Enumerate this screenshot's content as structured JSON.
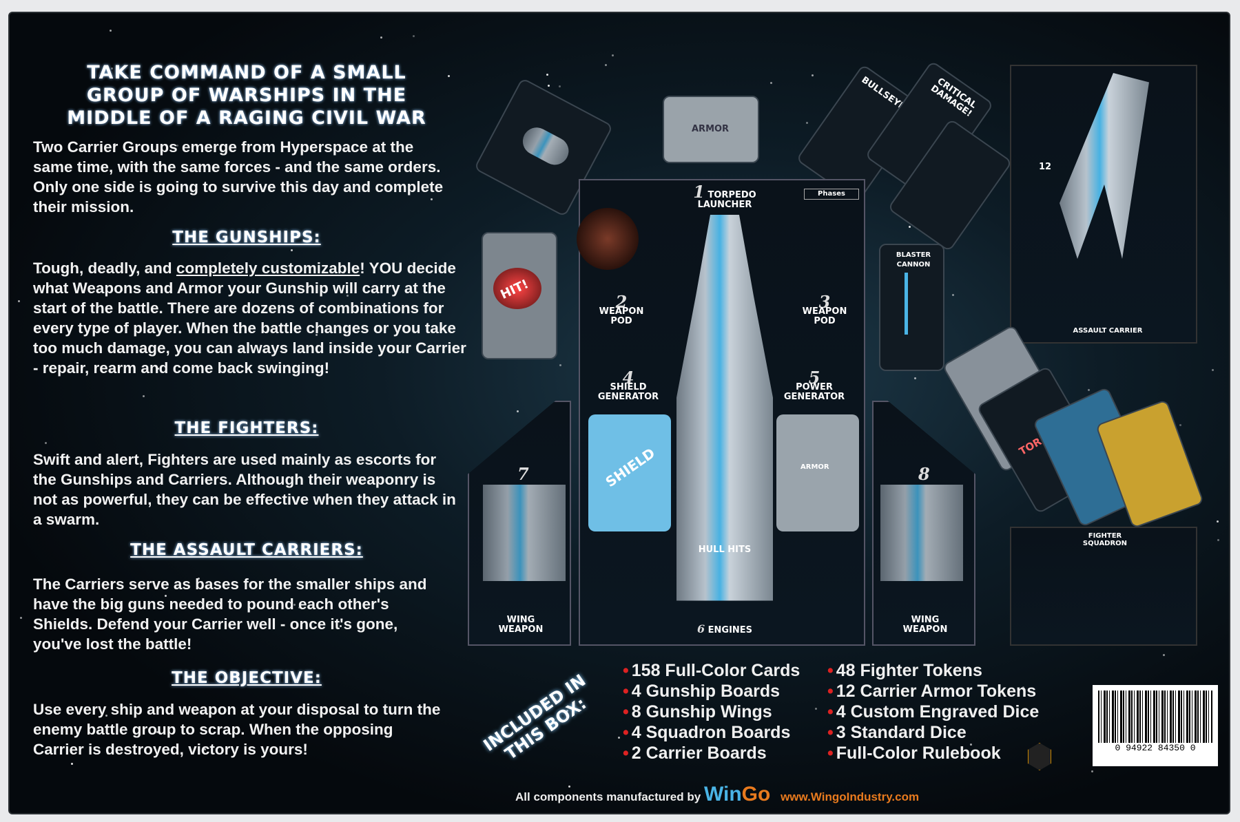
{
  "headline": [
    "TAKE COMMAND OF A SMALL",
    "GROUP OF WARSHIPS IN THE",
    "MIDDLE OF A RAGING CIVIL WAR"
  ],
  "intro": "Two Carrier Groups emerge from Hyperspace at the same time, with the same forces - and the same orders.  Only one side is going to survive this day and complete their mission.",
  "sections": [
    {
      "heading": "THE GUNSHIPS:",
      "text_pre": "Tough, deadly, and ",
      "text_underlined": "completely customizable",
      "text_post": "! YOU decide what Weapons and Armor your Gunship will carry at the start of the battle. There are dozens of combinations for every type of player. When the battle changes or you take too much damage, you can always land inside your Carrier - repair, rearm and come back swinging!"
    },
    {
      "heading": "THE FIGHTERS:",
      "text": "Swift and alert, Fighters are used mainly as escorts for the Gunships and Carriers.  Although their weaponry is not as powerful, they can be effective when they attack in a swarm."
    },
    {
      "heading": "THE ASSAULT CARRIERS:",
      "text": "The Carriers serve as bases for the smaller ships and have the big guns needed to pound each other's Shields.  Defend your Carrier well - once it's gone, you've lost the battle!"
    },
    {
      "heading": "THE OBJECTIVE:",
      "text": "Use every ship and weapon at your disposal to turn the enemy battle group to scrap.  When the opposing Carrier is destroyed, victory is yours!"
    }
  ],
  "board": {
    "slots": [
      {
        "num": "1",
        "label": "TORPEDO LAUNCHER"
      },
      {
        "num": "2",
        "label": "WEAPON POD"
      },
      {
        "num": "3",
        "label": "WEAPON POD"
      },
      {
        "num": "4",
        "label": "SHIELD GENERATOR"
      },
      {
        "num": "5",
        "label": "POWER GENERATOR"
      },
      {
        "num": "6",
        "label": "ENGINES"
      },
      {
        "num": "7",
        "label": "WING WEAPON"
      },
      {
        "num": "8",
        "label": "WING WEAPON"
      }
    ],
    "hull": "HULL HITS",
    "shield": "SHIELD",
    "armor": "ARMOR",
    "phases": "Phases"
  },
  "cards": {
    "hit": "HIT!",
    "torpedo": "TORPEDO!",
    "bullseye": "BULLSEYE!",
    "critical": "CRITICAL DAMAGE!",
    "blaster": "BLASTER CANNON",
    "armor_card": "ARMOR",
    "carrier": "ASSAULT CARRIER",
    "carrier_num": "12",
    "squadron": "FIGHTER SQUADRON"
  },
  "included": {
    "label": "INCLUDED IN THIS BOX:",
    "col1": [
      "158 Full-Color Cards",
      "4 Gunship Boards",
      "8 Gunship Wings",
      "4 Squadron Boards",
      "2 Carrier Boards"
    ],
    "col2": [
      "48 Fighter Tokens",
      "12 Carrier Armor Tokens",
      "4 Custom Engraved Dice",
      "3 Standard Dice",
      "Full-Color Rulebook"
    ]
  },
  "barcode": "0 94922 84350 0",
  "footer": {
    "text": "All components manufactured by",
    "brand_a": "Win",
    "brand_b": "Go",
    "url": "www.WingoIndustry.com"
  },
  "colors": {
    "accent_blue": "#4ab4e6",
    "brand_orange": "#e87a1e",
    "bullet_red": "#d22222"
  }
}
